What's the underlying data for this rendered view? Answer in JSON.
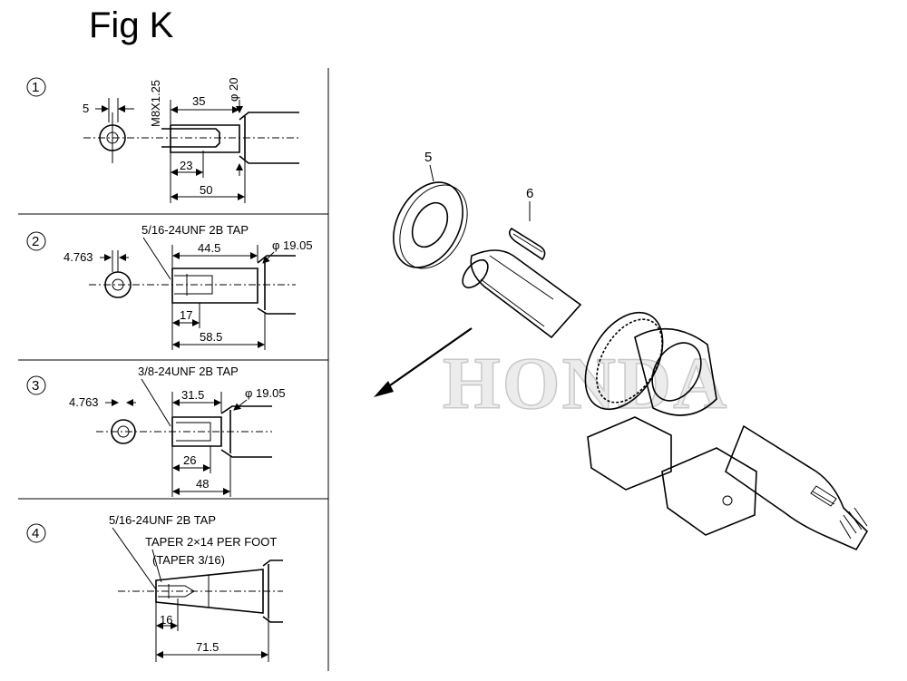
{
  "figure": {
    "title": "Fig K"
  },
  "watermark": "HONDA",
  "parts": {
    "washer": {
      "callout": "5"
    },
    "key": {
      "callout": "6"
    }
  },
  "views": [
    {
      "number": "1",
      "dims": {
        "d1": "5",
        "thread": "M8X1.25",
        "d2": "35",
        "dia": "φ 20",
        "d3": "23",
        "d4": "50"
      }
    },
    {
      "number": "2",
      "tap": "5/16-24UNF 2B TAP",
      "dims": {
        "d1": "4.763",
        "d2": "44.5",
        "dia": "φ 19.05",
        "d3": "17",
        "d4": "58.5"
      }
    },
    {
      "number": "3",
      "tap": "3/8-24UNF 2B TAP",
      "dims": {
        "d1": "4.763",
        "d2": "31.5",
        "dia": "φ 19.05",
        "d3": "26",
        "d4": "48"
      }
    },
    {
      "number": "4",
      "tap": "5/16-24UNF 2B TAP",
      "taper": "TAPER 2×14 PER FOOT",
      "taper_note": "(TAPER 3/16)",
      "dims": {
        "d3": "16",
        "d4": "71.5"
      }
    }
  ]
}
